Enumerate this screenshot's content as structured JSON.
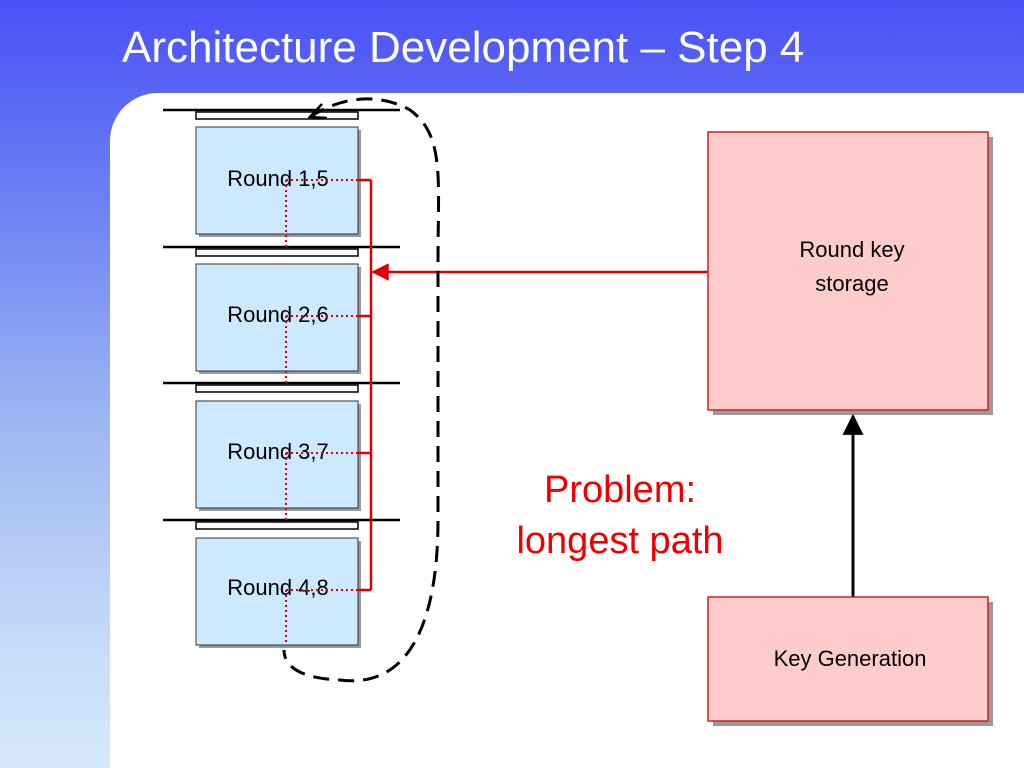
{
  "slide": {
    "title": "Architecture Development – Step 4"
  },
  "diagram": {
    "rounds": [
      {
        "label": "Round 1,5"
      },
      {
        "label": "Round 2,6"
      },
      {
        "label": "Round 3,7"
      },
      {
        "label": "Round 4,8"
      }
    ],
    "round_key_storage": {
      "line1": "Round key",
      "line2": "storage"
    },
    "key_generation": {
      "label": "Key Generation"
    },
    "problem_note": {
      "line1": "Problem:",
      "line2": "longest path"
    },
    "colors": {
      "round_fill": "#cde9ff",
      "key_box_fill": "#ffcccc",
      "key_box_border": "#cc2222",
      "wire": "#dd0000",
      "problem_text": "#ee0000"
    }
  }
}
